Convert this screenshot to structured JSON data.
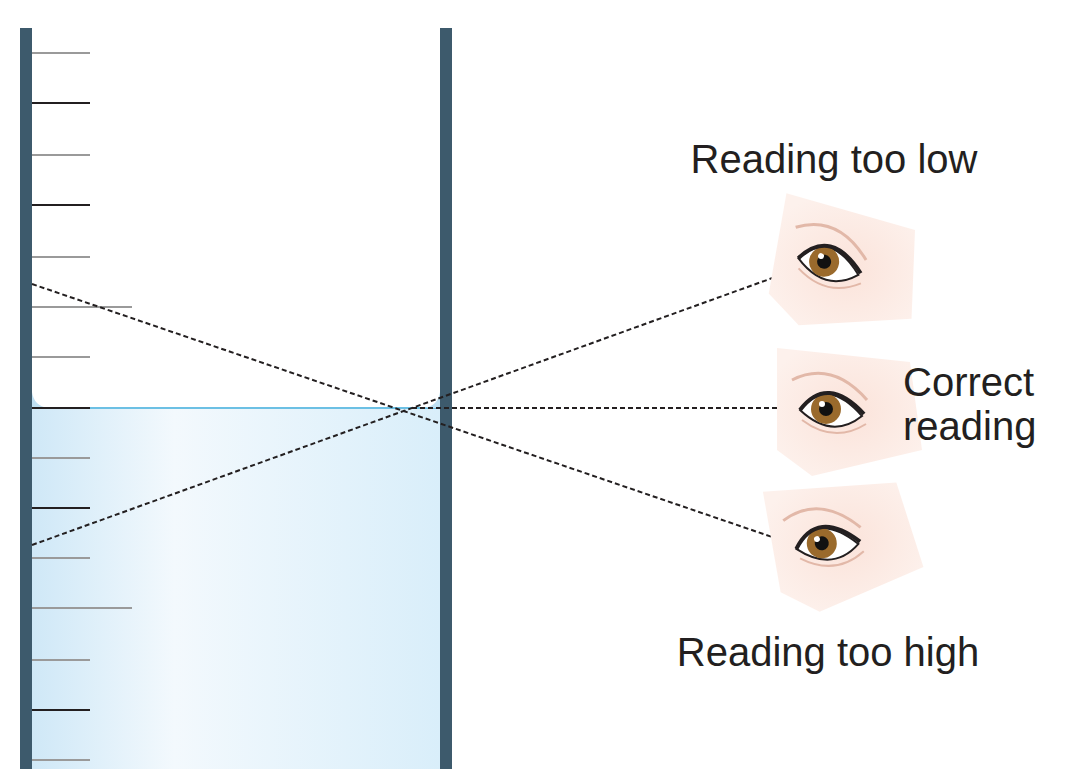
{
  "diagram": {
    "labels": [
      "Reading too low",
      "Correct reading",
      "Reading too high"
    ]
  }
}
